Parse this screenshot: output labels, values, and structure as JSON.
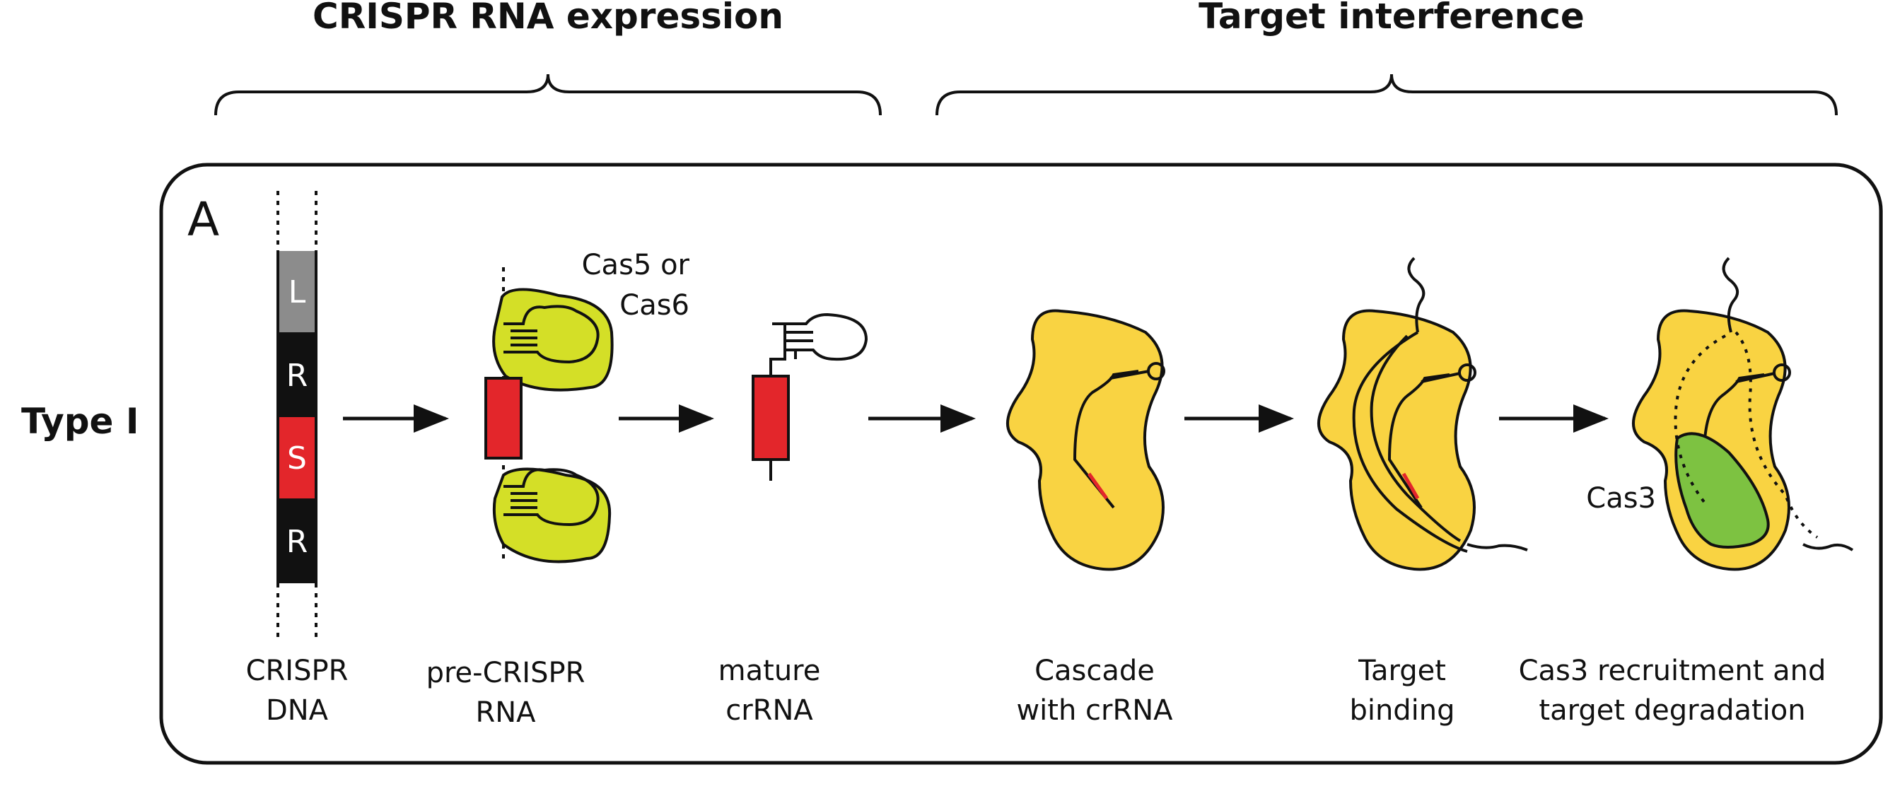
{
  "headers": {
    "left": "CRISPR RNA expression",
    "right": "Target interference"
  },
  "row_label": "Type I",
  "panel_letter": "A",
  "dna_segments": [
    "L",
    "R",
    "S",
    "R"
  ],
  "enzyme_label": [
    "Cas5 or",
    "Cas6"
  ],
  "cas3_label": "Cas3",
  "steps": [
    {
      "line1": "CRISPR",
      "line2": "DNA"
    },
    {
      "line1": "pre-CRISPR",
      "line2": "RNA"
    },
    {
      "line1": "mature",
      "line2": "crRNA"
    },
    {
      "line1": "Cascade",
      "line2": "with crRNA"
    },
    {
      "line1": "Target",
      "line2": "binding"
    },
    {
      "line1": "Cas3 recruitment and",
      "line2": "target degradation"
    }
  ],
  "colors": {
    "spacer": "#e3262b",
    "leader": "#8c8c8c",
    "repeat": "#111111",
    "cas6": "#d4df27",
    "cascade": "#f9d342",
    "cas3": "#7dc241"
  }
}
